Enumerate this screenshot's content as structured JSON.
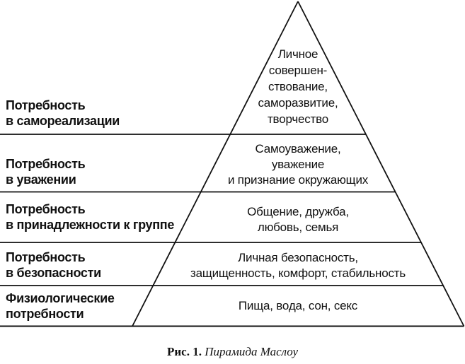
{
  "figure": {
    "caption": {
      "label": "Рис. 1.",
      "title": "Пирамида Маслоу"
    }
  },
  "colors": {
    "ink": "#111111",
    "background": "#ffffff"
  },
  "pyramid": {
    "levels": [
      {
        "left_label": "Потребность\nв самореализации",
        "content": "Личное\nсовершен-\nствование,\nсаморазвитие,\nтворчество"
      },
      {
        "left_label": "Потребность\nв уважении",
        "content": "Самоуважение,\nуважение\nи признание окружающих"
      },
      {
        "left_label": "Потребность\nв принадлежности к группе",
        "content": "Общение, дружба,\nлюбовь, семья"
      },
      {
        "left_label": "Потребность\nв безопасности",
        "content": "Личная безопасность,\nзащищенность, комфорт, стабильность"
      },
      {
        "left_label": "Физиологические\nпотребности",
        "content": "Пища, вода, сон, секс"
      }
    ]
  }
}
